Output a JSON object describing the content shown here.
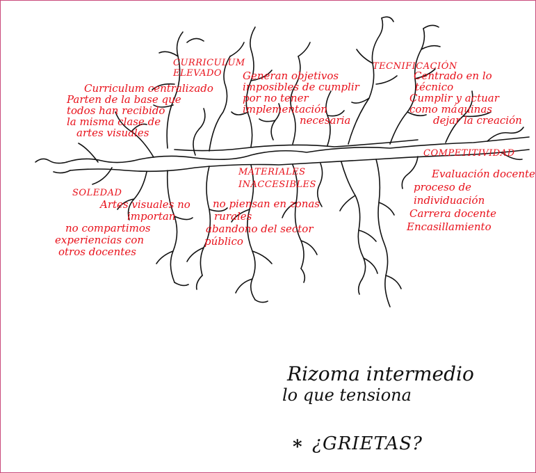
{
  "colors": {
    "ink": "#111111",
    "annotation": "#e8101a",
    "frame": "#c9497a",
    "paper": "#ffffff"
  },
  "nodes": {
    "curriculum_elevado": "CURRICULUM ELEVADO",
    "tecnificacion": "TECNIFICACIÓN",
    "materiales_inaccesibles": "MATERIALES INACCESIBLES",
    "competitividad": "COMPETITIVIDAD",
    "soledad": "SOLEDAD"
  },
  "notes": {
    "curriculum": [
      "Curriculum centralizado",
      "Parten de la base que",
      "todos han recibido",
      "la misma clase de",
      "artes visuales"
    ],
    "objetivos": [
      "Generan objetivos",
      "imposibles de cumplir",
      "por no tener",
      "implementación",
      "necesaria"
    ],
    "tecnico": [
      "Centrado en lo",
      "técnico",
      "Cumplir y actuar",
      "como máquinas",
      "dejar la creación"
    ],
    "docente": [
      "Evaluación docente",
      "proceso de",
      "individuación",
      "Carrera docente",
      "Encasillamiento"
    ],
    "soledad": [
      "Artes visuales no",
      "importan",
      "no compartimos",
      "experiencias con",
      "otros docentes"
    ],
    "rurales": [
      "no piensan en zonas",
      "rurales",
      "abandono del sector",
      "público"
    ]
  },
  "handwriting": {
    "line1": "Rizoma intermedio",
    "line2": "lo que tensiona",
    "bullet": "*",
    "question": "¿GRIETAS?"
  }
}
